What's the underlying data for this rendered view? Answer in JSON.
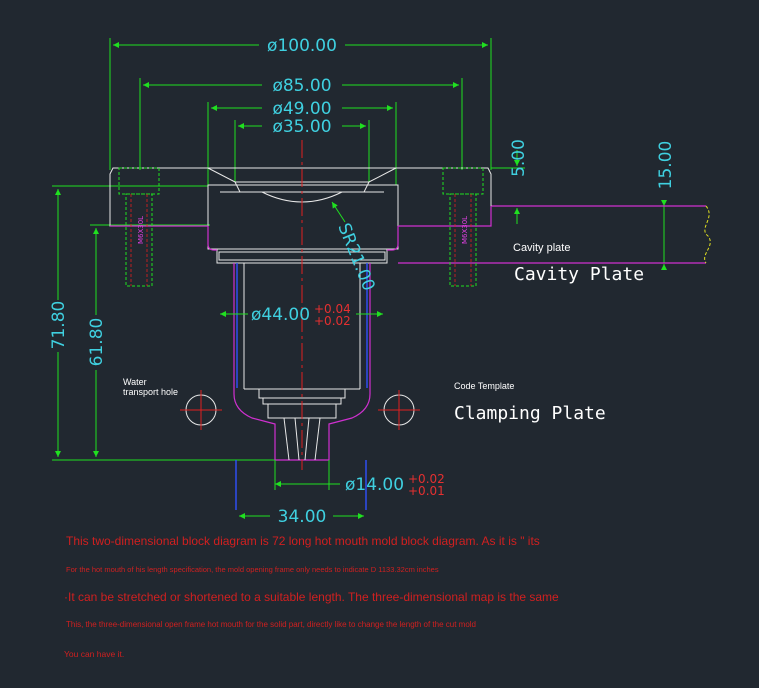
{
  "dimensions": {
    "d100": "ø100.00",
    "d85": "ø85.00",
    "d49": "ø49.00",
    "d35": "ø35.00",
    "d44": "ø44.00",
    "d44_tol_upper": "+0.04",
    "d44_tol_lower": "+0.02",
    "d14": "ø14.00",
    "d14_tol_upper": "+0.02",
    "d14_tol_lower": "+0.01",
    "w34": "34.00",
    "h5": "5.00",
    "h15": "15.00",
    "h71": "71.80",
    "h61": "61.80",
    "sr": "SR21.00"
  },
  "labels": {
    "screw_left": "M6X30L",
    "screw_right": "M6X30L",
    "cavity_plate_small": "Cavity plate",
    "cavity_plate_large": "Cavity Plate",
    "code_template": "Code Template",
    "clamping_plate": "Clamping Plate",
    "water_hole_line1": "Water",
    "water_hole_line2": "transport hole"
  },
  "notes": [
    "This two-dimensional block diagram is 72 long hot mouth mold block diagram. As it is \" its",
    "For the hot mouth of his length specification, the mold opening frame only needs to indicate D 1133.32cm inches",
    "·It can be stretched or shortened to a suitable length. The three-dimensional map is the same",
    "This, the three-dimensional open frame hot mouth for the solid part, directly like to change the length of the cut mold",
    "You can have it."
  ],
  "colors": {
    "background": "#212830",
    "dimension_cyan": "#3fd0e0",
    "dimension_line_green": "#20e020",
    "outline_white": "#e8e8e8",
    "plate_magenta": "#d030d0",
    "centerline_red": "#e02020",
    "tolerance_red": "#e53030",
    "body_blue": "#3050ff"
  }
}
